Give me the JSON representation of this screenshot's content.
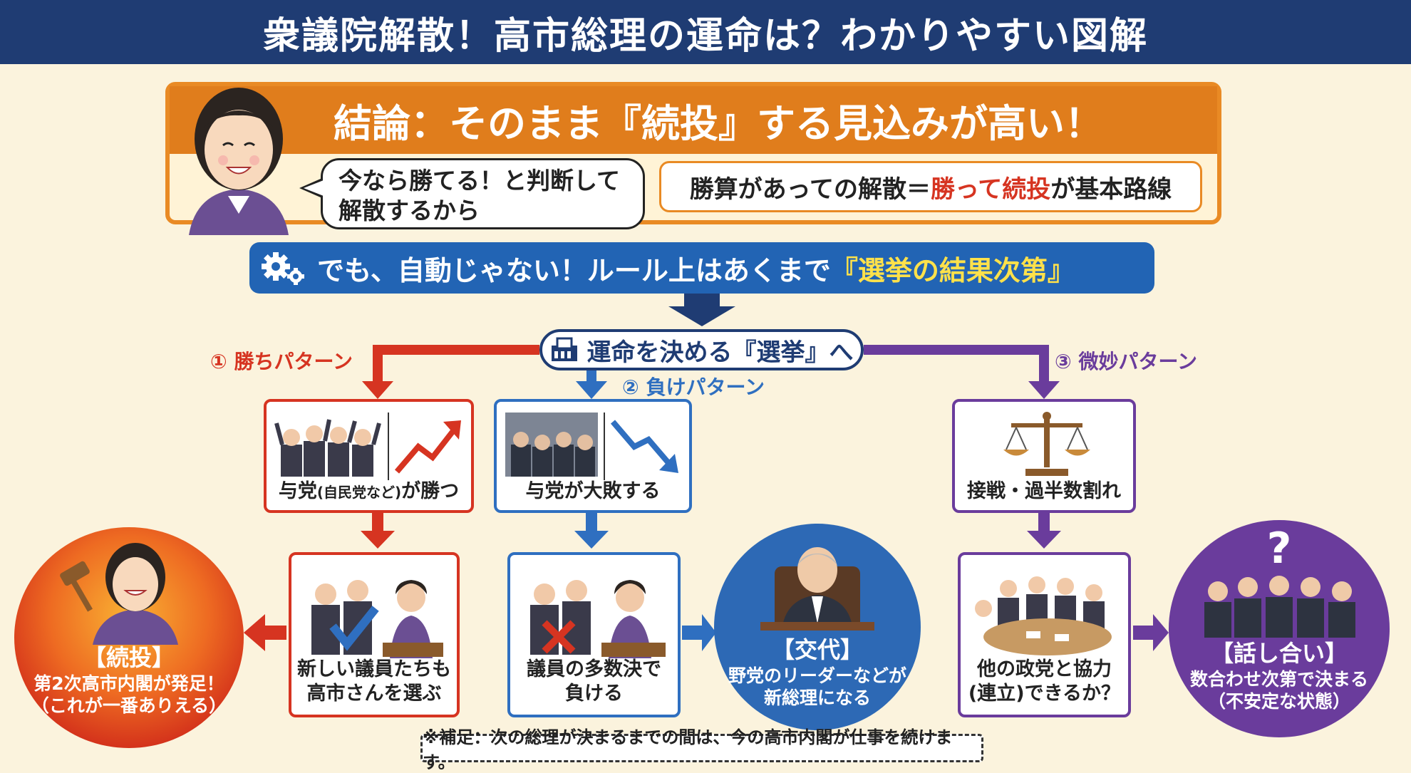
{
  "title": "衆議院解散！高市総理の運命は？わかりやすい図解",
  "conclusion": {
    "headline": "結論：そのまま『続投』する見込みが高い！",
    "speech_line1": "今なら勝てる！と判断して",
    "speech_line2": "解散するから",
    "rule_pre": "勝算があっての解散＝",
    "rule_highlight": "勝って続投",
    "rule_post": "が基本路線"
  },
  "notice": {
    "text_pre": "でも、自動じゃない！ルール上はあくまで",
    "text_highlight": "『選挙の結果次第』"
  },
  "election_label": "運命を決める『選挙』へ",
  "patterns": {
    "win": {
      "label": "① 勝ちパターン",
      "card1_caption_pre": "与党",
      "card1_caption_small": "(自民党など)",
      "card1_caption_post": "が勝つ",
      "card2_line1": "新しい議員たちも",
      "card2_line2": "高市さんを選ぶ",
      "result_title": "【続投】",
      "result_line1": "第2次高市内閣が発足！",
      "result_line2": "（これが一番ありえる）"
    },
    "lose": {
      "label": "② 負けパターン",
      "card1_caption": "与党が大敗する",
      "card2_line1": "議員の多数決で",
      "card2_line2": "負ける",
      "result_title": "【交代】",
      "result_line1": "野党のリーダーなどが",
      "result_line2": "新総理になる"
    },
    "close": {
      "label": "③ 微妙パターン",
      "card1_caption": "接戦・過半数割れ",
      "card2_line1": "他の政党と協力",
      "card2_line2": "(連立)できるか？",
      "result_title": "【話し合い】",
      "result_line1": "数合わせ次第で決まる",
      "result_line2": "（不安定な状態）"
    }
  },
  "footnote": "※補足：次の総理が決まるまでの間は、今の高市内閣が仕事を続けます。",
  "colors": {
    "win": "#d63421",
    "lose": "#2f6fc0",
    "close": "#6a3c9c",
    "navy": "#1f3c73",
    "orange": "#e07d1c"
  }
}
